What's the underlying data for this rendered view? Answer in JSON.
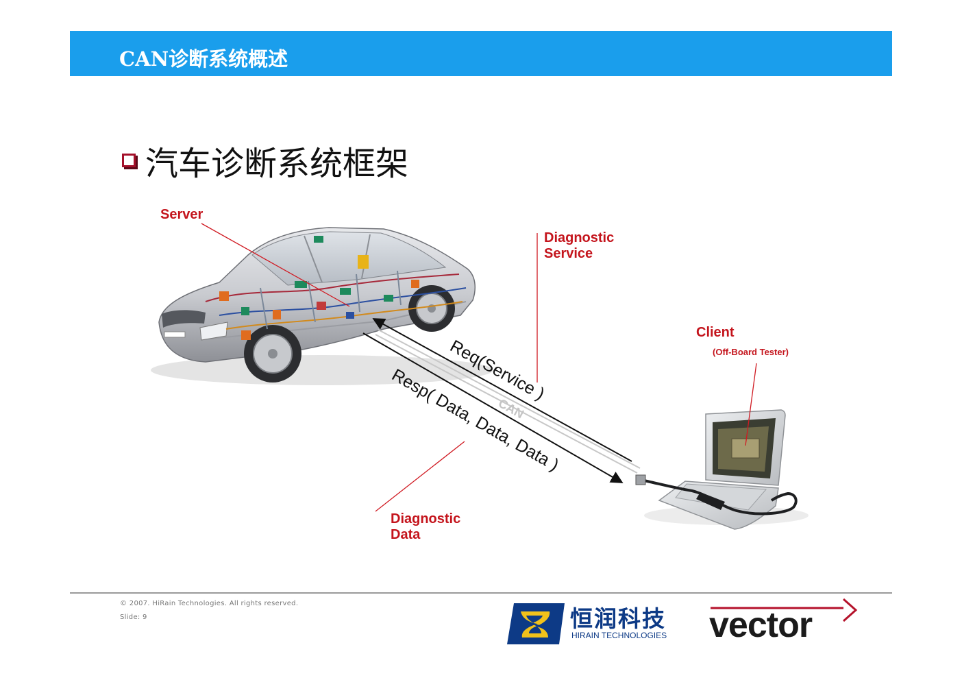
{
  "header": {
    "title": "CAN诊断系统概述"
  },
  "bullet": {
    "text": "汽车诊断系统框架"
  },
  "diagram": {
    "server_label": "Server",
    "diagnostic_service_line1": "Diagnostic",
    "diagnostic_service_line2": "Service",
    "client_label": "Client",
    "client_sub_label": "(Off-Board Tester)",
    "req_label": "Req(Service )",
    "can_label": "CAN",
    "resp_label": "Resp( Data, Data, Data )",
    "diagnostic_data_line1": "Diagnostic",
    "diagnostic_data_line2": "Data"
  },
  "footer": {
    "copyright": "© 2007. HiRain Technologies. All rights reserved.",
    "slide": "Slide: 9"
  },
  "logos": {
    "hirain_cn": "恒润科技",
    "hirain_en": "HIRAIN TECHNOLOGIES",
    "vector": "vector"
  },
  "colors": {
    "header_bg": "#1a9eec",
    "label_red": "#c4141c",
    "bullet_red": "#a4102a",
    "hirain_blue": "#0d3a86"
  }
}
